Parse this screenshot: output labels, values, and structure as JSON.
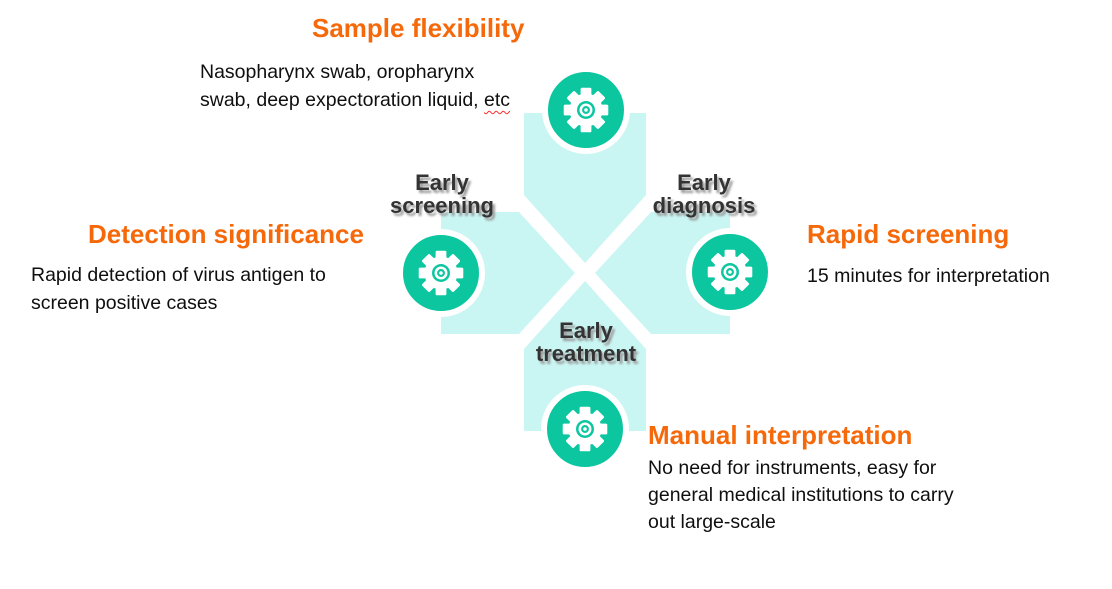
{
  "palette": {
    "accent_orange": "#f6690a",
    "node_teal": "#0cc6a0",
    "arrow_cyan": "#c9f6f3",
    "label_dark": "#333333",
    "body_text": "#0f0f0f",
    "spellcheck_red": "#ff2a2a"
  },
  "top_section": {
    "title": "Sample flexibility",
    "lines": [
      "Nasopharynx swab, oropharynx",
      "swab, deep expectoration liquid,"
    ],
    "etc_word": "etc"
  },
  "left_section": {
    "title": "Detection significance",
    "lines": [
      "Rapid detection of virus antigen to",
      "screen positive cases"
    ]
  },
  "right_section": {
    "title": "Rapid screening",
    "lines": [
      "15 minutes for interpretation"
    ]
  },
  "bottom_section": {
    "title": "Manual interpretation",
    "lines": [
      "No need for instruments, easy for",
      "general medical institutions to carry",
      "out large-scale"
    ]
  },
  "center_labels": {
    "screening": {
      "line1": "Early",
      "line2": "screening"
    },
    "diagnosis": {
      "line1": "Early",
      "line2": "diagnosis"
    },
    "treatment": {
      "line1": "Early",
      "line2": "treatment"
    }
  },
  "icons": {
    "node_icon": "gear-icon"
  }
}
